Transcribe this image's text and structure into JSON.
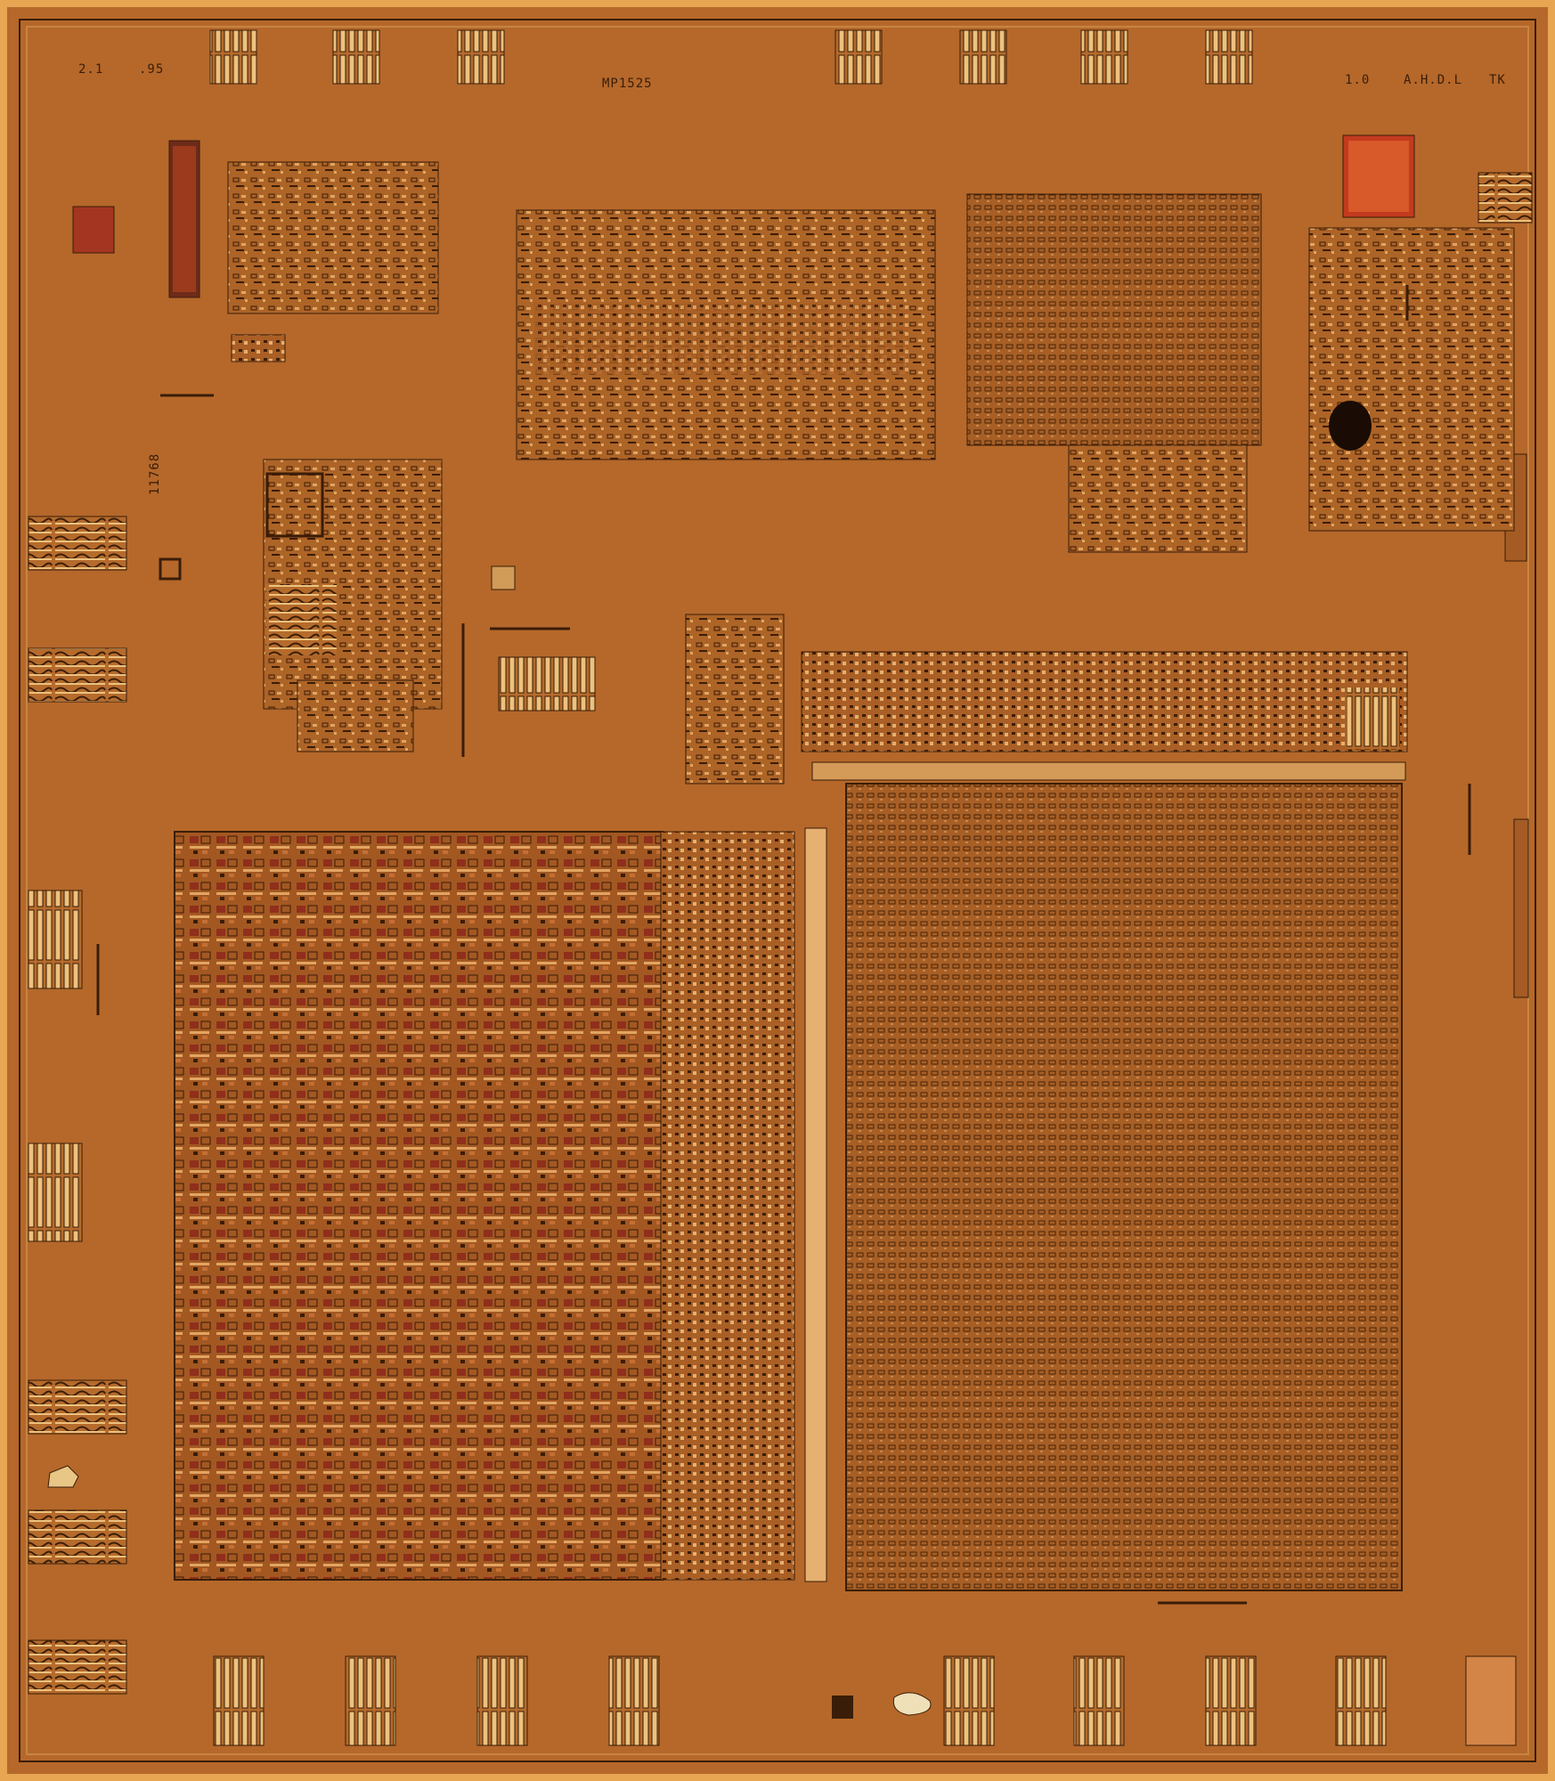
{
  "markings": {
    "top_left_rev": "2.1",
    "top_left_code": ".95",
    "part_number": "MP1525",
    "top_right_ident": "TK",
    "top_right_name": "A.H.D.L",
    "top_right_rev": "1.0",
    "left_side_code": "11768"
  },
  "colors": {
    "die_base": "#b5682a",
    "metal_pad": "#e8b06a",
    "trace_dark": "#3a1d08",
    "memory_red": "#9a2e1e",
    "poly_red": "#c8321e"
  }
}
